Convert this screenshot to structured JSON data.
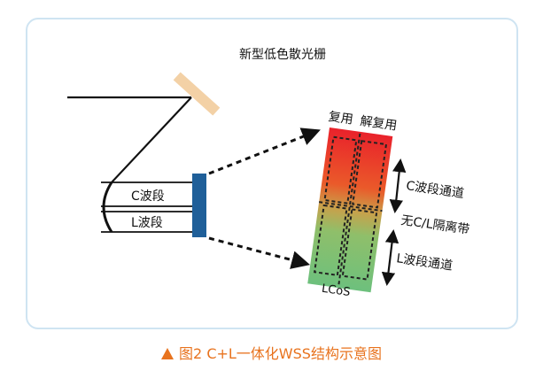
{
  "labels": {
    "grating": "新型低色散光栅",
    "mux": "复用",
    "demux": "解复用",
    "c_band_port": "C波段",
    "l_band_port": "L波段",
    "c_band_channel": "C波段通道",
    "guard_band": "无C/L隔离带",
    "l_band_channel": "L波段通道",
    "lcos": "LCoS"
  },
  "caption": "图2  C+L一体化WSS结构示意图",
  "colors": {
    "frame_border": "#cfe4f2",
    "grating": "#f3d1a6",
    "lcos_top": "#e9222b",
    "lcos_bottom": "#6dc07d",
    "port_bar": "#1f5f99",
    "caption": "#e8731e"
  }
}
